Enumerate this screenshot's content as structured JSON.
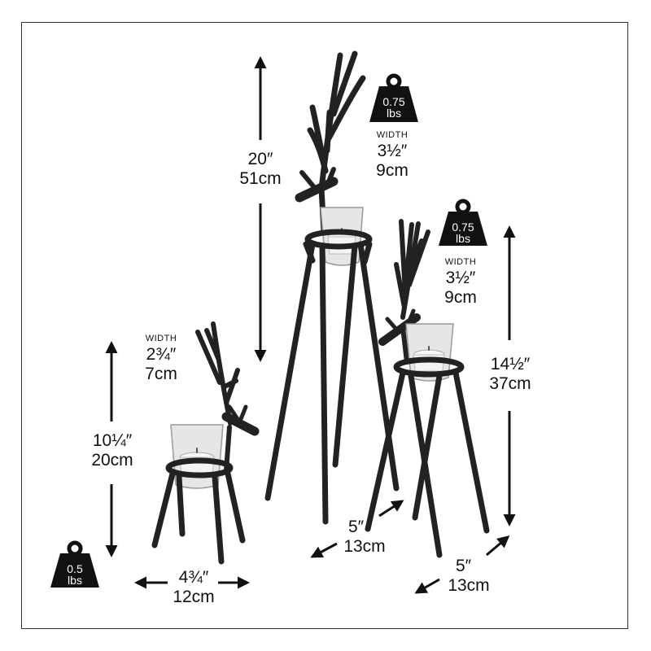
{
  "colors": {
    "ink": "#111111",
    "metal": "#222222",
    "glass": "#e6e6e6",
    "candle": "#f7f7f7",
    "frame": "#333333"
  },
  "large": {
    "height": {
      "imperial": "20″",
      "metric": "51cm"
    },
    "width": {
      "caption": "WIDTH",
      "imperial": "3½″",
      "metric": "9cm"
    },
    "weight": {
      "value": "0.75",
      "unit": "lbs"
    },
    "base": {
      "imperial": "5″",
      "metric": "13cm"
    }
  },
  "medium": {
    "height": {
      "imperial": "14½″",
      "metric": "37cm"
    },
    "width": {
      "caption": "WIDTH",
      "imperial": "3½″",
      "metric": "9cm"
    },
    "weight": {
      "value": "0.75",
      "unit": "lbs"
    },
    "base": {
      "imperial": "5″",
      "metric": "13cm"
    }
  },
  "small": {
    "height": {
      "imperial": "10¼″",
      "metric": "20cm"
    },
    "width": {
      "caption": "WIDTH",
      "imperial": "2¾″",
      "metric": "7cm"
    },
    "weight": {
      "value": "0.5",
      "unit": "lbs"
    },
    "base": {
      "imperial": "4¾″",
      "metric": "12cm"
    }
  }
}
